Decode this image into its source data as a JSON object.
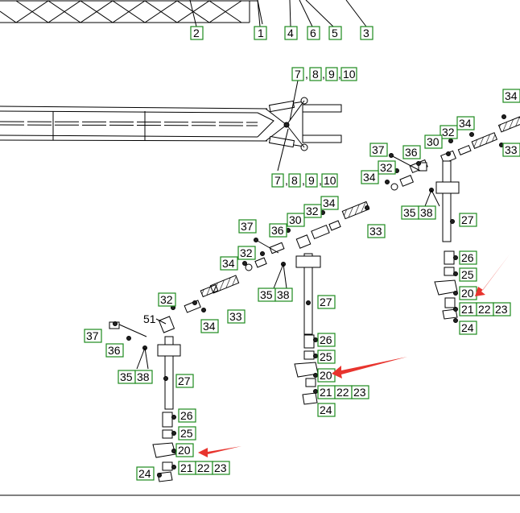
{
  "labels": {
    "top": [
      "2",
      "1",
      "4",
      "6",
      "5",
      "3"
    ],
    "cyl_top": [
      "7",
      "8",
      "9",
      "10"
    ],
    "cyl_bottom": [
      "7",
      "8",
      "9",
      "10"
    ],
    "sep": ",",
    "upper_right_top": "34",
    "upper_right": [
      "32",
      "34",
      "30",
      "33",
      "37",
      "36",
      "32",
      "34",
      "35",
      "38",
      "27",
      "26",
      "25",
      "20",
      "21",
      "22",
      "23",
      "24"
    ],
    "middle": [
      "37",
      "36",
      "30",
      "32",
      "34",
      "33",
      "34",
      "32",
      "35",
      "38",
      "27",
      "26",
      "25",
      "20",
      "21",
      "22",
      "23",
      "24"
    ],
    "lower_left": [
      "32",
      "34",
      "33",
      "37",
      "36",
      "35",
      "38",
      "27",
      "26",
      "25",
      "20",
      "21",
      "22",
      "23",
      "24"
    ],
    "callout_51": "51"
  },
  "colors": {
    "label_border": "#1d8a1d",
    "arrow": "#e8342e",
    "line": "#000000"
  }
}
